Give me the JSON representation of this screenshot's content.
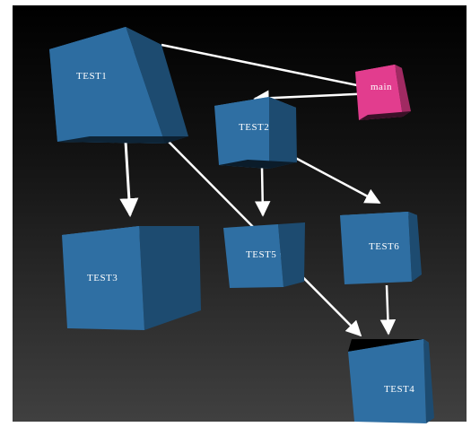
{
  "nodes": {
    "main": {
      "label": "main",
      "color": "#e23d8e"
    },
    "test1": {
      "label": "TEST1",
      "color": "#2f6fa3"
    },
    "test2": {
      "label": "TEST2",
      "color": "#2f6fa3"
    },
    "test3": {
      "label": "TEST3",
      "color": "#2f6fa3"
    },
    "test4": {
      "label": "TEST4",
      "color": "#2f6fa3"
    },
    "test5": {
      "label": "TEST5",
      "color": "#2f6fa3"
    },
    "test6": {
      "label": "TEST6",
      "color": "#2f6fa3"
    }
  },
  "edges": [
    {
      "from": "test1",
      "to": "main"
    },
    {
      "from": "main",
      "to": "test2"
    },
    {
      "from": "test1",
      "to": "test3"
    },
    {
      "from": "test1",
      "to": "test4"
    },
    {
      "from": "test2",
      "to": "test5"
    },
    {
      "from": "test2",
      "to": "test6"
    },
    {
      "from": "test6",
      "to": "test4"
    }
  ]
}
